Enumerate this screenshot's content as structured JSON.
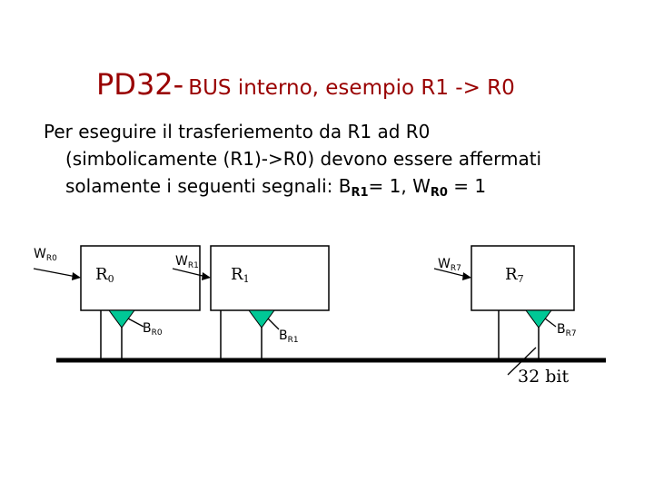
{
  "title": {
    "main": "PD32-",
    "sub": "BUS interno, esempio R1 -> R0"
  },
  "paragraph": {
    "line1": "Per eseguire il trasferiemento da R1 ad R0",
    "line2": "(simbolicamente (R1)->R0) devono essere affermati",
    "line3_prefix": "solamente i seguenti segnali:  B",
    "b_sub": "R1",
    "eq1": "= 1, W",
    "w_sub": "R0",
    "eq2": " = 1"
  },
  "diagram": {
    "registers": [
      {
        "name": "R",
        "sub": "0",
        "write": "W",
        "write_sub": "R0",
        "buffer": "B",
        "buffer_sub": "R0"
      },
      {
        "name": "R",
        "sub": "1",
        "write": "W",
        "write_sub": "R1",
        "buffer": "B",
        "buffer_sub": "R1"
      },
      {
        "name": "R",
        "sub": "7",
        "write": "W",
        "write_sub": "R7",
        "buffer": "B",
        "buffer_sub": "R7"
      }
    ],
    "bus_width_label": "32 bit",
    "buffer_color": "#00c896"
  }
}
